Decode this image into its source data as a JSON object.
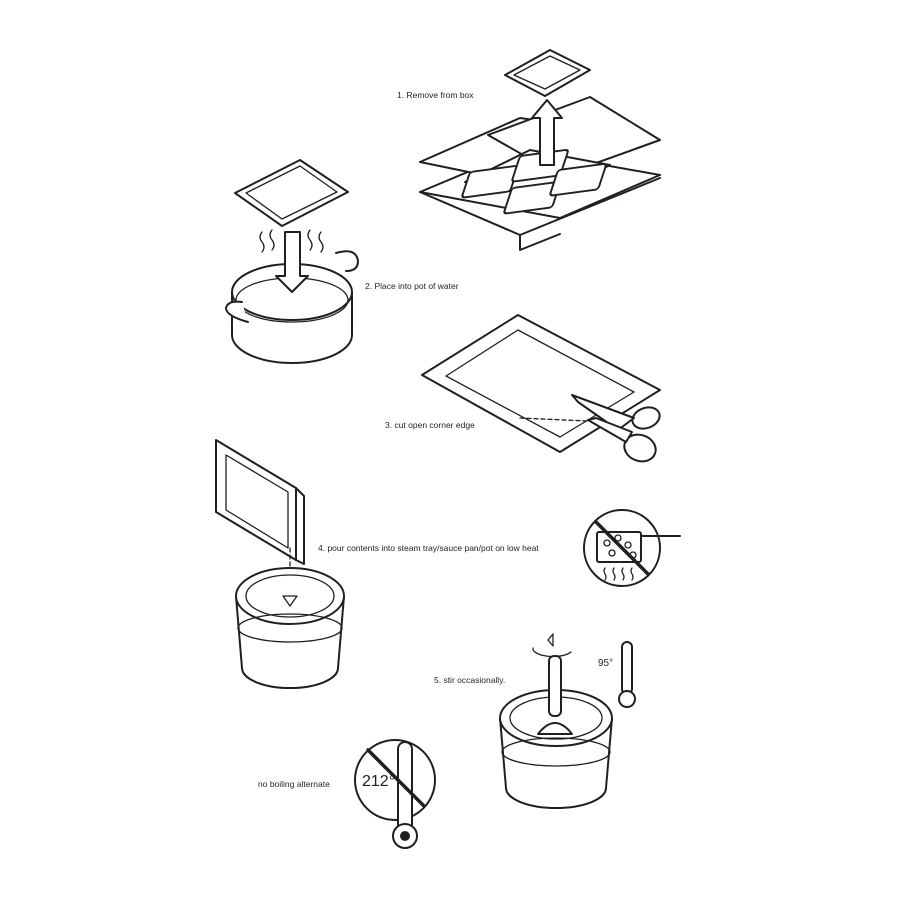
{
  "steps": {
    "step1": "1. Remove from box",
    "step2": "2. Place into pot of water",
    "step3": "3. cut open corner edge",
    "step4": "4. pour contents into steam tray/sauce pan/pot on low heat",
    "step5": "5. stir occasionally."
  },
  "warning": {
    "label": "no boiling alternate",
    "temperature": "212°"
  },
  "thermometer": {
    "temperature": "95°"
  },
  "icons": [
    "box-icon",
    "pouch-icon",
    "pot-icon",
    "steam-icon",
    "arrow-icon",
    "scissors-icon",
    "steam-tray-icon",
    "no-boiling-icon",
    "thermometer-icon",
    "stir-icon",
    "ladle-icon",
    "no-sign-icon"
  ]
}
